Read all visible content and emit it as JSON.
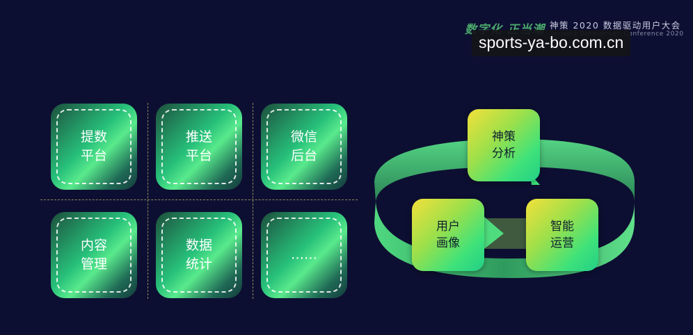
{
  "header": {
    "slogan": "数字化 正当潮",
    "conference_title": "神策 2020 数据驱动用户大会",
    "conference_subtitle": "Sensors Data-driven Conference 2020"
  },
  "watermark": "sports-ya-bo.com.cn",
  "platform_grid": {
    "tiles": [
      {
        "line1": "提数",
        "line2": "平台"
      },
      {
        "line1": "推送",
        "line2": "平台"
      },
      {
        "line1": "微信",
        "line2": "后台"
      },
      {
        "line1": "内容",
        "line2": "管理"
      },
      {
        "line1": "数据",
        "line2": "统计"
      },
      {
        "line1": "……",
        "line2": ""
      }
    ]
  },
  "cycle": {
    "nodes": [
      {
        "line1": "神策",
        "line2": "分析"
      },
      {
        "line1": "用户",
        "line2": "画像"
      },
      {
        "line1": "智能",
        "line2": "运营"
      }
    ],
    "colors": {
      "ring": "#5fe08a",
      "ring_dark": "#2f9a5e",
      "box_start": "#f2e03a",
      "box_end": "#22cf86"
    }
  }
}
